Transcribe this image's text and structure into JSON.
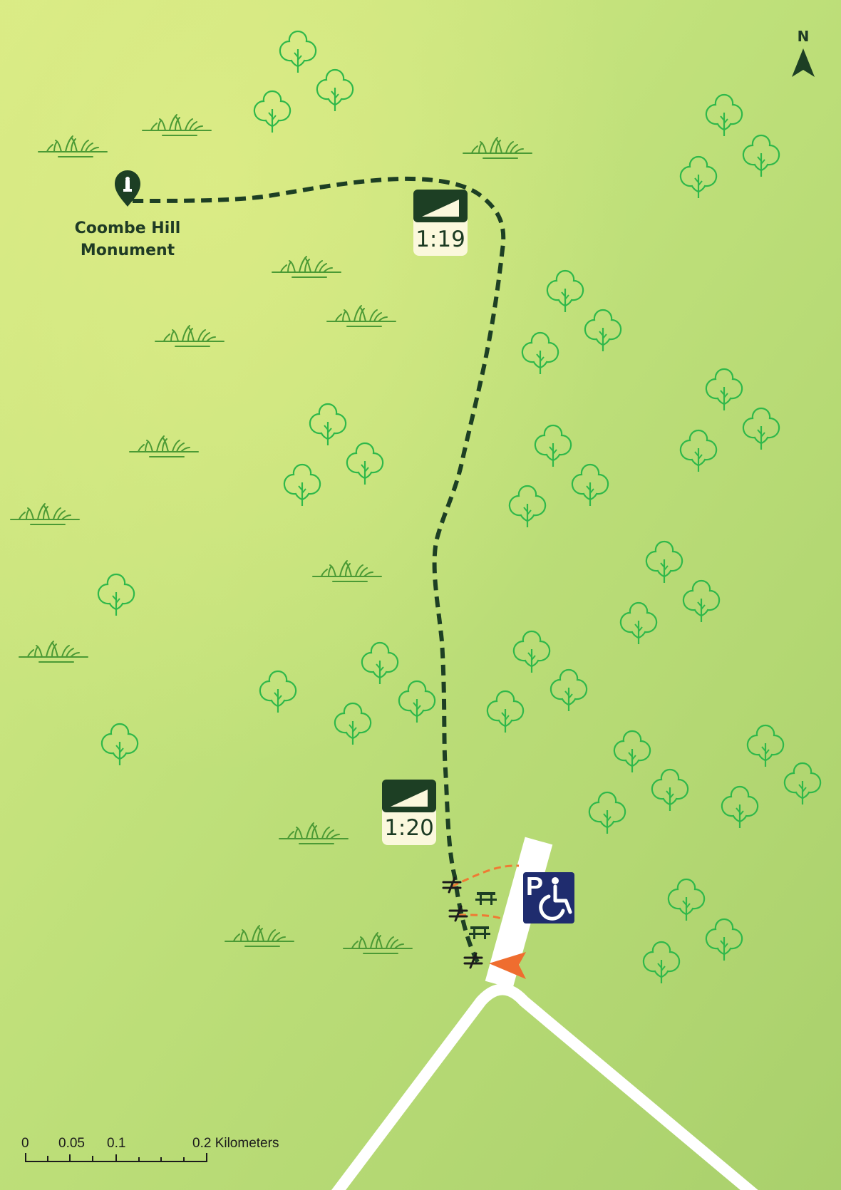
{
  "map": {
    "background": {
      "light": "#d9eb85",
      "dark": "#a9d06c"
    },
    "colors": {
      "tree": "#2fb84a",
      "grass": "#4b9a35",
      "trail": "#1d3f24",
      "alt_trail": "#ef7a33",
      "road": "#ffffff",
      "accessible_parking": "#1f2c6e",
      "start_marker": "#ef6d2f",
      "gradient_sign_bg": "#fbf8dd",
      "gradient_sign_icon": "#1d3f24"
    },
    "poi": {
      "name": "Coombe Hill\nMonument",
      "line1": "Coombe Hill",
      "line2": "Monument",
      "icon": "monument-pin-icon"
    },
    "gradients": [
      {
        "label": "1:19",
        "icon": "incline-icon"
      },
      {
        "label": "1:20",
        "icon": "incline-icon"
      }
    ],
    "north_label": "N",
    "parking_icon": "accessible-parking-icon",
    "picnic_icon": "picnic-table-icon",
    "gate_icon": "gate-icon",
    "start_icon": "start-arrow-icon",
    "scale_bar": {
      "labels": [
        "0",
        "0.05",
        "0.1",
        "0.2 Kilometers"
      ]
    }
  }
}
